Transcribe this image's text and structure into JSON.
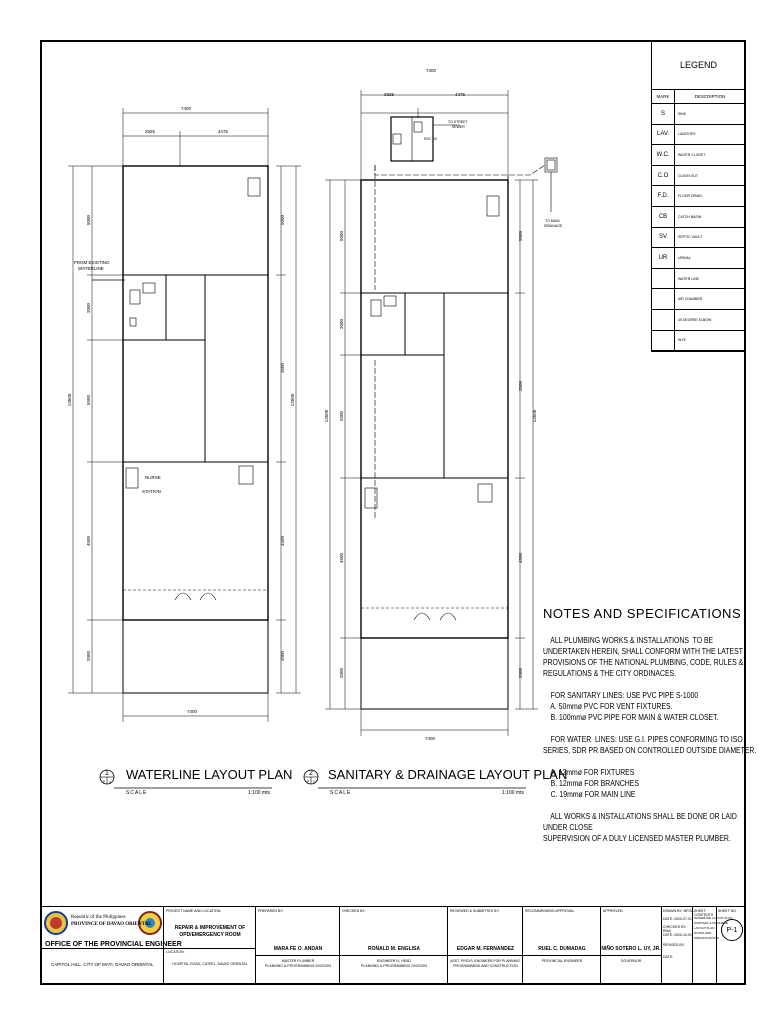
{
  "legend": {
    "title": "LEGEND",
    "header_mark": "MARK",
    "header_desc": "DESCRIPTION",
    "rows": [
      {
        "mark": "S",
        "desc": "SINK"
      },
      {
        "mark": "LAV.",
        "desc": "LAVATORY"
      },
      {
        "mark": "W.C.",
        "desc": "WATER CLOSET"
      },
      {
        "mark": "C.O",
        "desc": "CLEAN OUT"
      },
      {
        "mark": "F.D.",
        "desc": "FLOOR DRAIN"
      },
      {
        "mark": "CB",
        "desc": "CATCH BASIN"
      },
      {
        "mark": "SV",
        "desc": "SEPTIC VAULT"
      },
      {
        "mark": "UR",
        "desc": "URINAL"
      },
      {
        "mark": "",
        "desc": "WATER LINE"
      },
      {
        "mark": "",
        "desc": "AIR CHAMBER"
      },
      {
        "mark": "",
        "desc": "45 DEGREE ELBOW"
      },
      {
        "mark": "",
        "desc": "WYE"
      }
    ]
  },
  "plan1": {
    "number": "1",
    "sub": "P",
    "sub2": "1",
    "title": "WATERLINE LAYOUT PLAN",
    "scale_label": "SCALE",
    "scale_value": "1:100 mts",
    "dim_total": "7400",
    "dim_left": "2925",
    "dim_right": "4475",
    "dim_bottom": "7400",
    "dim_v1": "5000",
    "dim_v2": "2000",
    "dim_v3": "5500",
    "dim_v4": "4500",
    "dim_v5": "2000",
    "dim_total_v": "13500",
    "dim_r1": "5000",
    "dim_r2": "3500",
    "dim_r3": "4500",
    "dim_r4": "2000",
    "dim_total_vr": "13500",
    "from_label_1": "FROM EXISTING",
    "from_label_2": "WATERLINE",
    "nurse_1": "NURSE",
    "nurse_2": "STATION"
  },
  "plan2": {
    "number": "2",
    "sub": "P",
    "sub2": "1",
    "title": "SANITARY & DRAINAGE LAYOUT PLAN",
    "scale_label": "SCALE",
    "scale_value": "1:100 mts",
    "dim_total": "7400",
    "dim_left": "2925",
    "dim_right": "4475",
    "dim_bottom": "7400",
    "dim_v1": "5000",
    "dim_v2": "2000",
    "dim_v3": "5500",
    "dim_v4": "4500",
    "dim_v5": "2000",
    "dim_total_v": "13500",
    "dim_r1": "5000",
    "dim_r2": "3500",
    "dim_r3": "4500",
    "dim_r4": "2000",
    "dim_total_vr": "13500",
    "street_label_1": "TO STREET",
    "street_label_2": "SEWER",
    "ent_label": "ENT. SV",
    "drain_label_1": "TO MAIN",
    "drain_label_2": "DRAINAGE"
  },
  "notes": {
    "title": "NOTES AND SPECIFICATIONS",
    "lines": [
      "    ALL PLUMBING WORKS & INSTALLATIONS  TO BE",
      "UNDERTAKEN HEREIN, SHALL CONFORM WITH THE LATEST",
      "PROVISIONS OF THE NATIONAL PLUMBING, CODE, RULES &",
      "REGULATIONS & THE CITY ORDINACES.",
      "",
      "    FOR SANITARY LINES: USE PVC PIPE S-1000",
      "    A. 50mmø PVC FOR VENT FIXTURES.",
      "    B. 100mmø PVC PIPE FOR MAIN & WATER CLOSET.",
      "",
      "    FOR WATER  LINES: USE G.I. PIPES CONFORMING TO ISO",
      "SERIES, SDR PR BASED ON CONTROLLED OUTSIDE DIAMETER.",
      "",
      "    A. 12mmø FOR FIXTURES",
      "    B. 12mmø FOR BRANCHES",
      "    C. 19mmø FOR MAIN LINE",
      "",
      "    ALL WORKS & INSTALLATIONS SHALL BE DONE OR LAID",
      "UNDER CLOSE",
      "SUPERVISION OF A DULY LICENSED MASTER PLUMBER."
    ]
  },
  "title_block": {
    "office_line1": "Republic of the Philippines",
    "office_line2": "PROVINCE OF DAVAO ORIENTAL",
    "office_name": "OFFICE OF THE PROVINCIAL ENGINEER",
    "office_address": "CAPITOL HILL, CITY OF MATI, DAVAO ORIENTAL",
    "project_label": "PROJECT NAME AND LOCATION:",
    "project_name_1": "REPAIR & IMPROVEMENT OF",
    "project_name_2": "OPD/EMERGENCY ROOM",
    "location_label": "LOCATION:",
    "location": "HOSPITAL ROAD, CATEEL, DAVAO ORIENTAL",
    "prepared_label": "PREPARED BY:",
    "prepared_name": "MARA FE O. ANDAN",
    "prepared_pos_1": "MASTER PLUMBER",
    "prepared_pos_2": "PLANNING & PROGRAMMING DIVISION",
    "checked_label": "CHECKED BY:",
    "checked_name": "RONALD M. ENGLISA",
    "checked_pos_1": "ENGINEER IV, HEAD",
    "checked_pos_2": "PLANNING & PROGRAMMING DIVISION",
    "reviewed_label": "REVIEWED & SUBMITTED BY:",
    "reviewed_name": "EDGAR M. FERNANDEZ",
    "reviewed_pos_1": "ASST. PROV'L ENGINEER FOR PLANNING,",
    "reviewed_pos_2": "PROGRAMMING AND CONSTRUCTION",
    "recommending_label": "RECOMMENDING APPROVAL:",
    "recommending_name": "RUEL C. DUMADAG",
    "recommending_pos": "PROVINCIAL ENGINEER",
    "approved_label": "APPROVED:",
    "approved_name": "NIÑO SOTERO L. UY, JR.",
    "approved_pos": "GOVERNOR",
    "drawn_label": "DRAWN BY:",
    "drawn_value": "MFOA",
    "date1_label": "DATE:",
    "date1_value": "2020-07-01",
    "checked2_label": "CHECKED BY:",
    "checked2_value": "RMA",
    "date2_label": "DATE:",
    "date2_value": "2020-10-01",
    "revised_label": "REVISED BY:",
    "date3_label": "DATE:",
    "sheet_contents_label": "SHEET CONTENTS",
    "sheet_contents_lines": [
      "WATERLINE LAYOUT PLAN",
      "SANITARY & DRAINAGE",
      "LAYOUT PLAN",
      "NOTES AND",
      "SPECIFICATIONS"
    ],
    "sheet_no_label": "SHEET NO.",
    "sheet_no": "P-1"
  }
}
